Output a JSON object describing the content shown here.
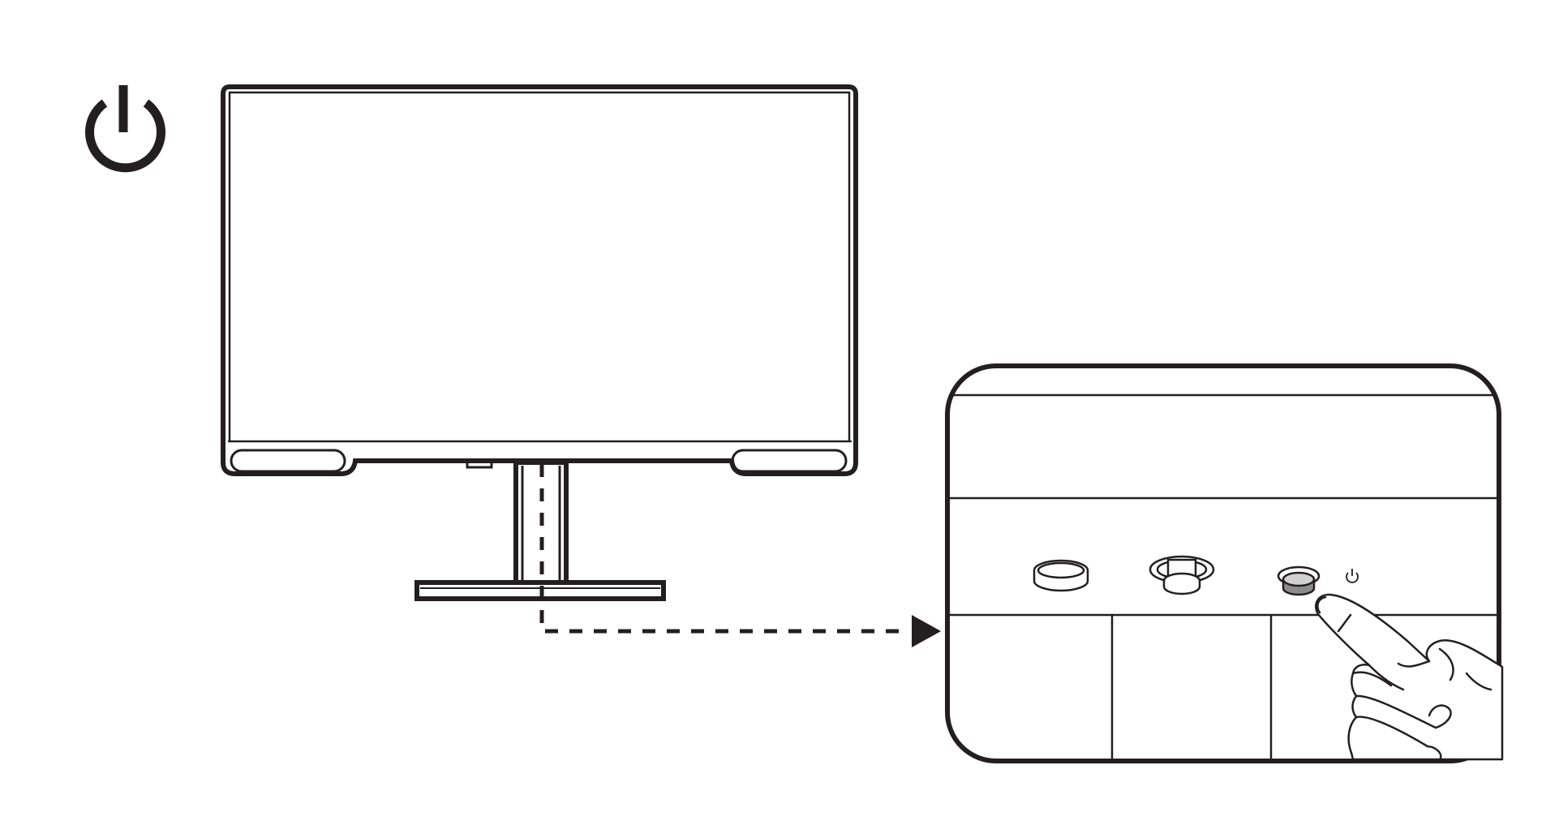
{
  "diagram": {
    "colors": {
      "stroke": "#231f20",
      "background": "#ffffff",
      "pressed_button": "#8c8c8c",
      "button_top": "#d0d0d0"
    },
    "icons": {
      "power_symbol": "power-icon",
      "small_power_label": "power-icon",
      "hand": "hand-pressing-icon",
      "arrow": "arrow-right-icon"
    },
    "buttons": [
      {
        "name": "button-1",
        "pressed": false
      },
      {
        "name": "joystick-button",
        "pressed": false
      },
      {
        "name": "power-button",
        "pressed": true
      }
    ]
  }
}
